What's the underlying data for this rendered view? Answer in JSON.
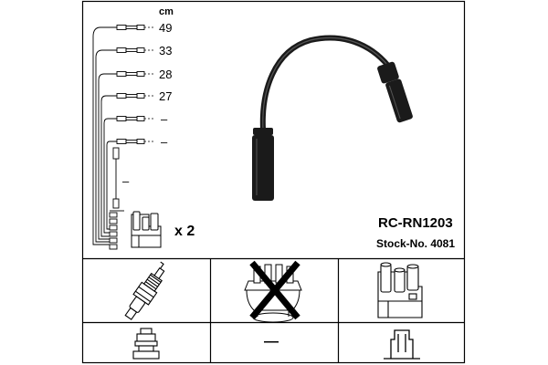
{
  "legend": {
    "unit": "cm",
    "lengths": [
      "49",
      "33",
      "28",
      "27",
      "–",
      "–"
    ],
    "extra_lead_value": "–"
  },
  "part": {
    "code": "RC-RN1203",
    "stock": "Stock-No. 4081"
  },
  "quantity": "x 2",
  "icons": {
    "spark_plug": "spark-plug-icon",
    "distributor_cap": "distributor-cap-icon",
    "coil_pack": "ignition-coil-icon",
    "terminal_round": "round-terminal-icon",
    "terminal_flat": "flat-terminal-icon"
  },
  "terminal_middle": "—",
  "colors": {
    "line": "#000000",
    "cable": "#1a1a1a",
    "background": "#ffffff"
  }
}
